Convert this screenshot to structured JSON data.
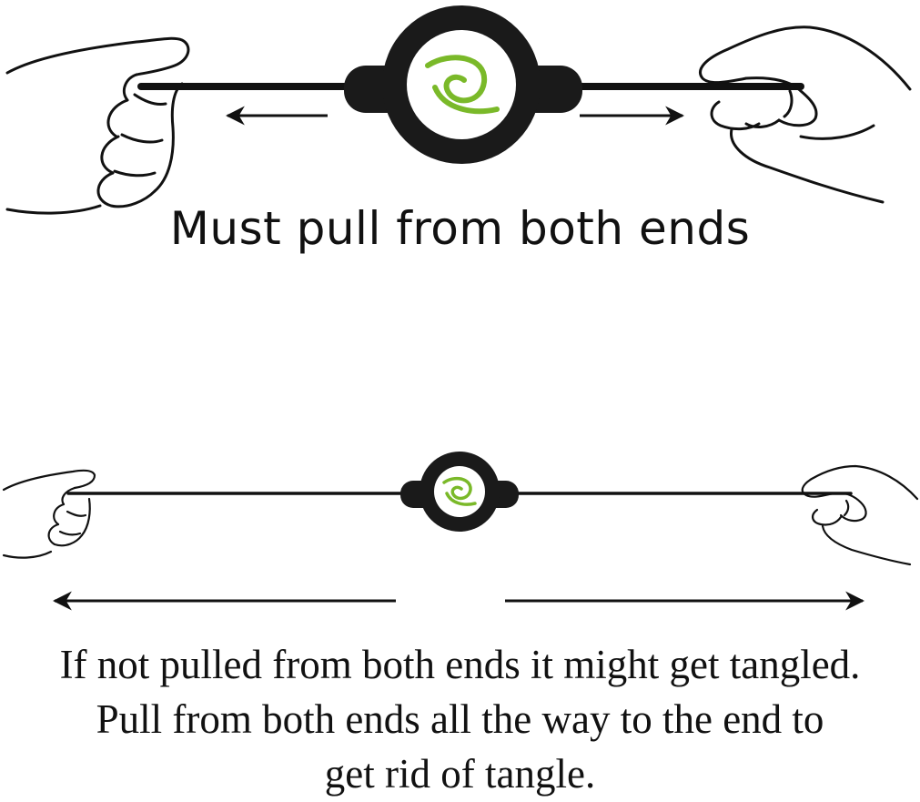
{
  "top_caption": "Must pull from both ends",
  "bottom_caption": {
    "line1": "If not pulled from both ends it might get tangled.",
    "line2": "Pull from both ends all the way to the end to",
    "line3": "get rid of tangle."
  },
  "colors": {
    "ink": "#111111",
    "reel_body": "#1a1a1a",
    "logo_green": "#7ab929",
    "background": "#ffffff"
  },
  "icons": {
    "reel": "retractable-cable-reel",
    "logo": "swirl-logo",
    "hand": "pinching-hand",
    "arrow": "direction-arrow"
  }
}
